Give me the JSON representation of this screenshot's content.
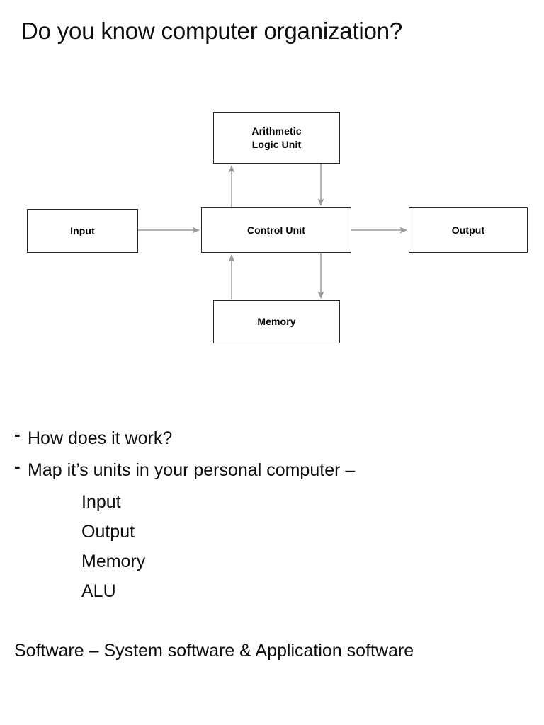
{
  "slide": {
    "title": "Do you know computer organization?"
  },
  "diagram": {
    "nodes": [
      {
        "id": "alu",
        "lines": [
          "Arithmetic",
          "Logic Unit"
        ]
      },
      {
        "id": "input",
        "lines": [
          "Input"
        ]
      },
      {
        "id": "cu",
        "lines": [
          "Control Unit"
        ]
      },
      {
        "id": "output",
        "lines": [
          "Output"
        ]
      },
      {
        "id": "memory",
        "lines": [
          "Memory"
        ]
      }
    ],
    "connectors": [
      {
        "from": "input",
        "to": "cu",
        "direction": "right"
      },
      {
        "from": "cu",
        "to": "output",
        "direction": "right"
      },
      {
        "from": "cu",
        "to": "alu",
        "direction": "up"
      },
      {
        "from": "alu",
        "to": "cu",
        "direction": "down"
      },
      {
        "from": "memory",
        "to": "cu",
        "direction": "up"
      },
      {
        "from": "cu",
        "to": "memory",
        "direction": "down"
      }
    ],
    "colors": {
      "box_border": "#262626",
      "box_fill": "#ffffff",
      "connector": "#9a9a9a",
      "text": "#000000"
    }
  },
  "body": {
    "bullets": [
      {
        "marker": "-",
        "text": "How does it work?"
      },
      {
        "marker": "-",
        "text": "Map it’s units in your personal computer –"
      }
    ],
    "sub_items": [
      "Input",
      "Output",
      "Memory",
      "ALU"
    ],
    "closing": "Software – System software & Application software"
  }
}
